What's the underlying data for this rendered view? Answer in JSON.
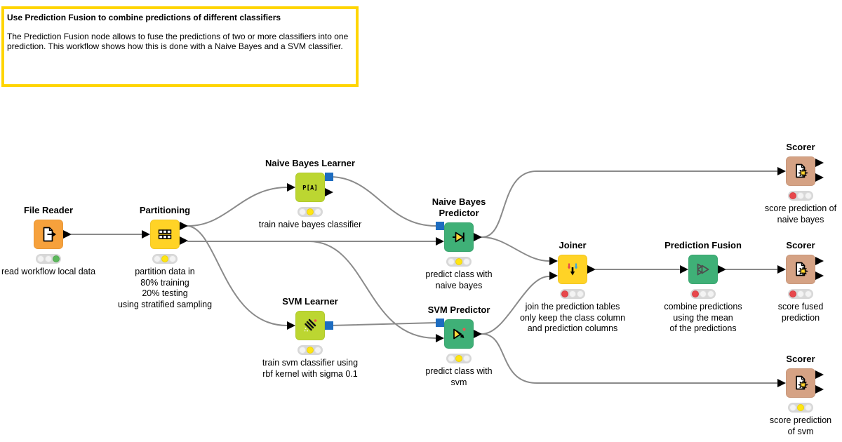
{
  "annotation": {
    "title": "Use Prediction Fusion to combine predictions of different classifiers",
    "body": "The Prediction Fusion node allows to fuse the predictions of two or more classifiers into one prediction. This workflow shows how this is done with a Naive Bayes and a SVM classifier."
  },
  "colors": {
    "annotation_border": "#ffd500",
    "source_orange": "#f6a13c",
    "manipulator_yellow": "#ffd326",
    "learner_lime": "#bcd631",
    "predictor_green": "#3fb077",
    "scorer_tan": "#d5a284",
    "wire_gray": "#8a8a8a",
    "model_port_blue": "#1d6cc0",
    "light_red": "#e8474b",
    "light_yellow": "#ffe512",
    "light_green": "#5cb85c"
  },
  "nodes": [
    {
      "id": "file-reader",
      "title_lines": [
        "File Reader"
      ],
      "caption": [
        "read workflow local data"
      ],
      "lights": [
        "off",
        "off",
        "green"
      ],
      "color": "#f6a13c",
      "icon": "file-reader-icon"
    },
    {
      "id": "partitioning",
      "title_lines": [
        "Partitioning"
      ],
      "caption": [
        "partition data in",
        "80% training",
        "20% testing",
        "using stratified sampling"
      ],
      "lights": [
        "off",
        "yellow",
        "off"
      ],
      "color": "#ffd326",
      "icon": "partitioning-icon"
    },
    {
      "id": "naive-bayes-learner",
      "title_lines": [
        "Naive Bayes Learner"
      ],
      "caption": [
        "train naive bayes classifier"
      ],
      "lights": [
        "off",
        "yellow",
        "off"
      ],
      "color": "#bcd631",
      "icon": "naive-bayes-learner-icon"
    },
    {
      "id": "svm-learner",
      "title_lines": [
        "SVM Learner"
      ],
      "caption": [
        "train svm classifier using",
        "rbf kernel with sigma 0.1"
      ],
      "lights": [
        "off",
        "yellow",
        "off"
      ],
      "color": "#bcd631",
      "icon": "svm-learner-icon"
    },
    {
      "id": "naive-bayes-predictor",
      "title_lines": [
        "Naive Bayes",
        "Predictor"
      ],
      "caption": [
        "predict class with",
        "naive bayes"
      ],
      "lights": [
        "off",
        "yellow",
        "off"
      ],
      "color": "#3fb077",
      "icon": "predictor-icon"
    },
    {
      "id": "svm-predictor",
      "title_lines": [
        "SVM Predictor"
      ],
      "caption": [
        "predict class with",
        "svm"
      ],
      "lights": [
        "off",
        "yellow",
        "off"
      ],
      "color": "#3fb077",
      "icon": "svm-predictor-icon"
    },
    {
      "id": "joiner",
      "title_lines": [
        "Joiner"
      ],
      "caption": [
        "join the prediction tables",
        "only keep the class column",
        "and prediction columns"
      ],
      "lights": [
        "red",
        "off",
        "off"
      ],
      "color": "#ffd326",
      "icon": "joiner-icon"
    },
    {
      "id": "prediction-fusion",
      "title_lines": [
        "Prediction Fusion"
      ],
      "caption": [
        "combine predictions",
        "using the mean",
        "of the predictions"
      ],
      "lights": [
        "red",
        "off",
        "off"
      ],
      "color": "#3fb077",
      "icon": "prediction-fusion-icon"
    },
    {
      "id": "scorer-naive-bayes",
      "title_lines": [
        "Scorer"
      ],
      "caption": [
        "score prediction of",
        "naive bayes"
      ],
      "lights": [
        "red",
        "off",
        "off"
      ],
      "color": "#d5a284",
      "icon": "scorer-icon"
    },
    {
      "id": "scorer-fused",
      "title_lines": [
        "Scorer"
      ],
      "caption": [
        "score fused",
        "prediction"
      ],
      "lights": [
        "red",
        "off",
        "off"
      ],
      "color": "#d5a284",
      "icon": "scorer-icon"
    },
    {
      "id": "scorer-svm",
      "title_lines": [
        "Scorer"
      ],
      "caption": [
        "score prediction",
        "of svm"
      ],
      "lights": [
        "off",
        "yellow",
        "off"
      ],
      "color": "#d5a284",
      "icon": "scorer-icon"
    }
  ]
}
